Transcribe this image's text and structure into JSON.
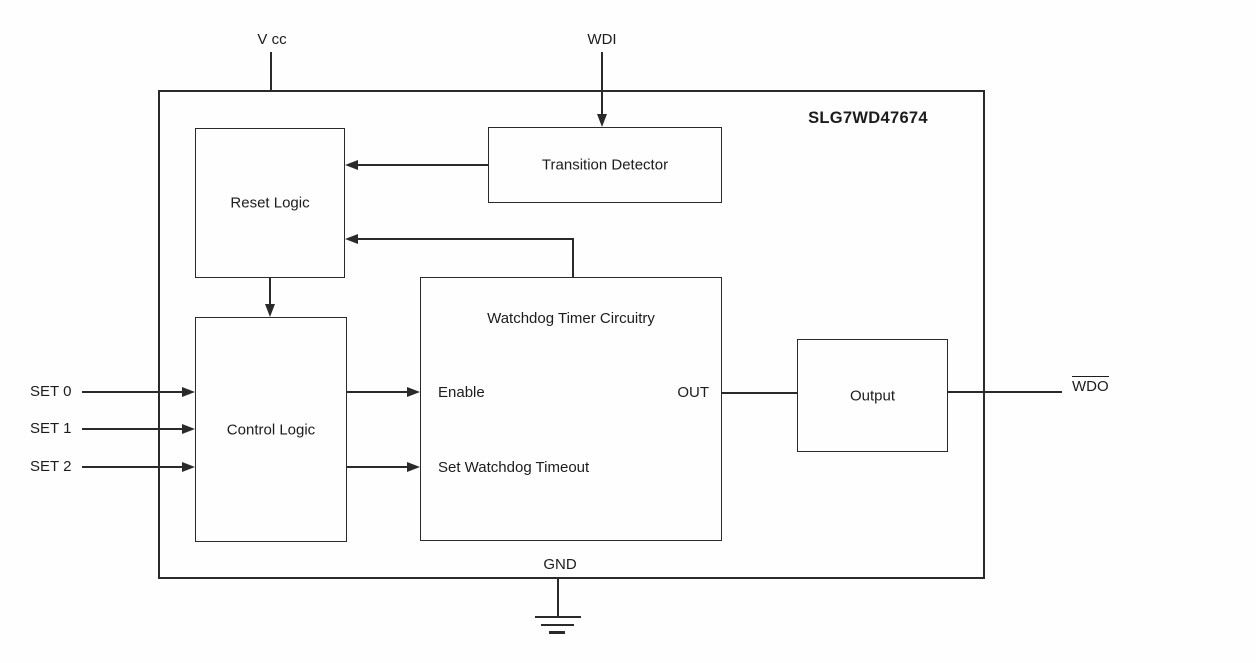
{
  "chip": {
    "name": "SLG7WD47674"
  },
  "pins": {
    "vcc": "V cc",
    "wdi": "WDI",
    "set0": "SET 0",
    "set1": "SET 1",
    "set2": "SET 2",
    "gnd": "GND",
    "wdo": "WDO"
  },
  "blocks": {
    "reset_logic": "Reset Logic",
    "transition_detector": "Transition Detector",
    "control_logic": "Control Logic",
    "watchdog_timer": "Watchdog Timer Circuitry",
    "output": "Output"
  },
  "ports": {
    "enable": "Enable",
    "set_timeout": "Set Watchdog Timeout",
    "out": "OUT"
  },
  "colors": {
    "line": "#2a2a2a",
    "background": "#fefefe",
    "text": "#1c1c1c"
  }
}
